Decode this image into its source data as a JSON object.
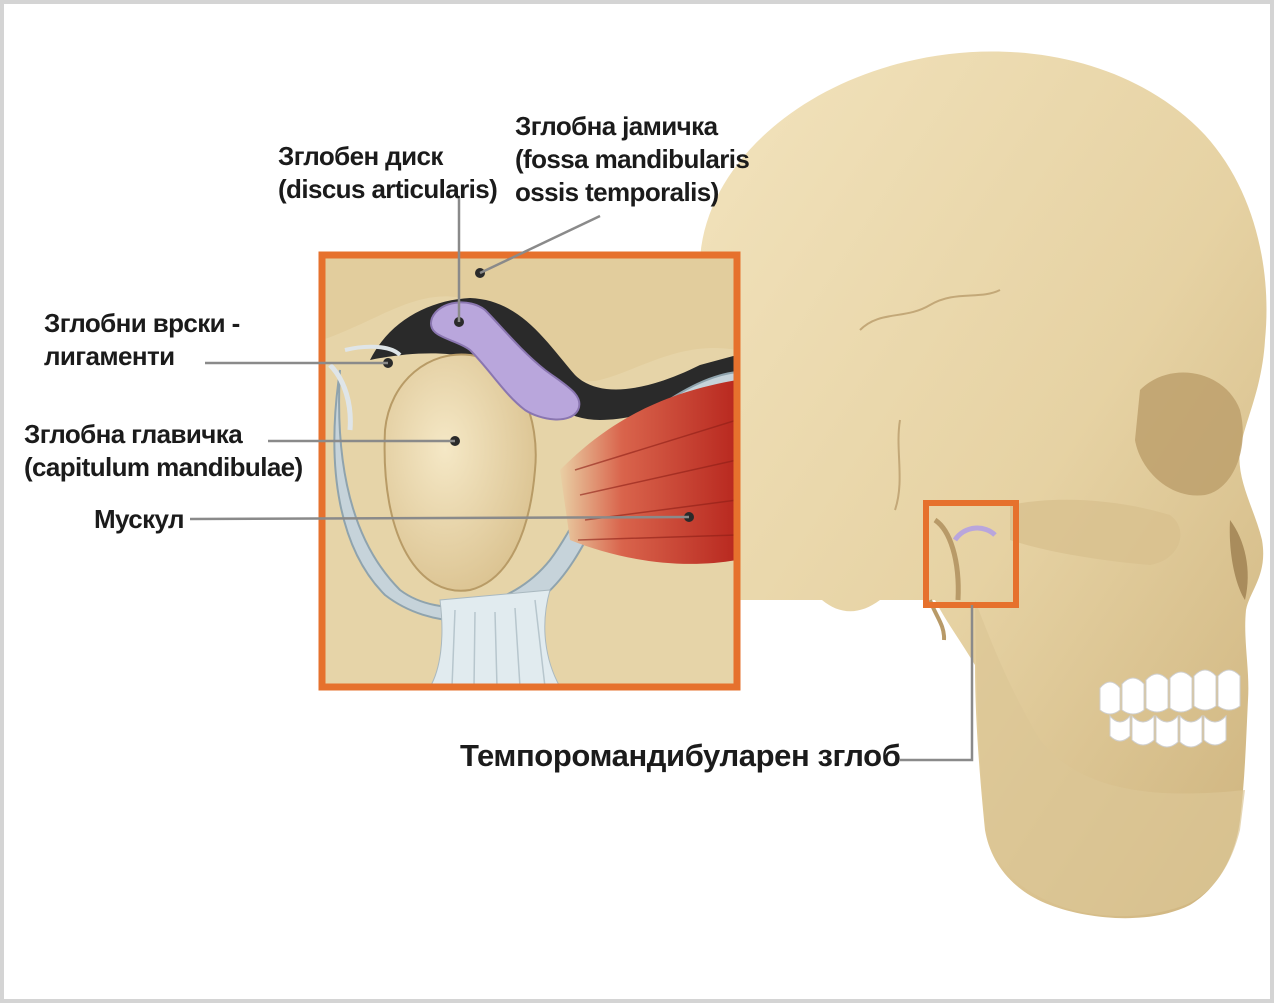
{
  "labels": {
    "disc": [
      "Зглобен диск",
      "(discus articularis)"
    ],
    "fossa": [
      "Зглобна јамичка",
      "(fossa mandibularis",
      "ossis temporalis)"
    ],
    "ligaments": [
      "Зглобни врски -",
      "лигаменти"
    ],
    "head": [
      "Зглобна главичка",
      "(capitulum mandibulae)"
    ],
    "muscle": "Мускул",
    "joint": "Темпоромандибуларен зглоб"
  },
  "colors": {
    "frame": "#e6712d",
    "bone": "#ead8ad",
    "bone_shadow": "#d2b884",
    "disc": "#b9a6dc",
    "muscle": "#c83a2c",
    "capsule": "#c6d3da",
    "leader": "#8a8a8a"
  }
}
